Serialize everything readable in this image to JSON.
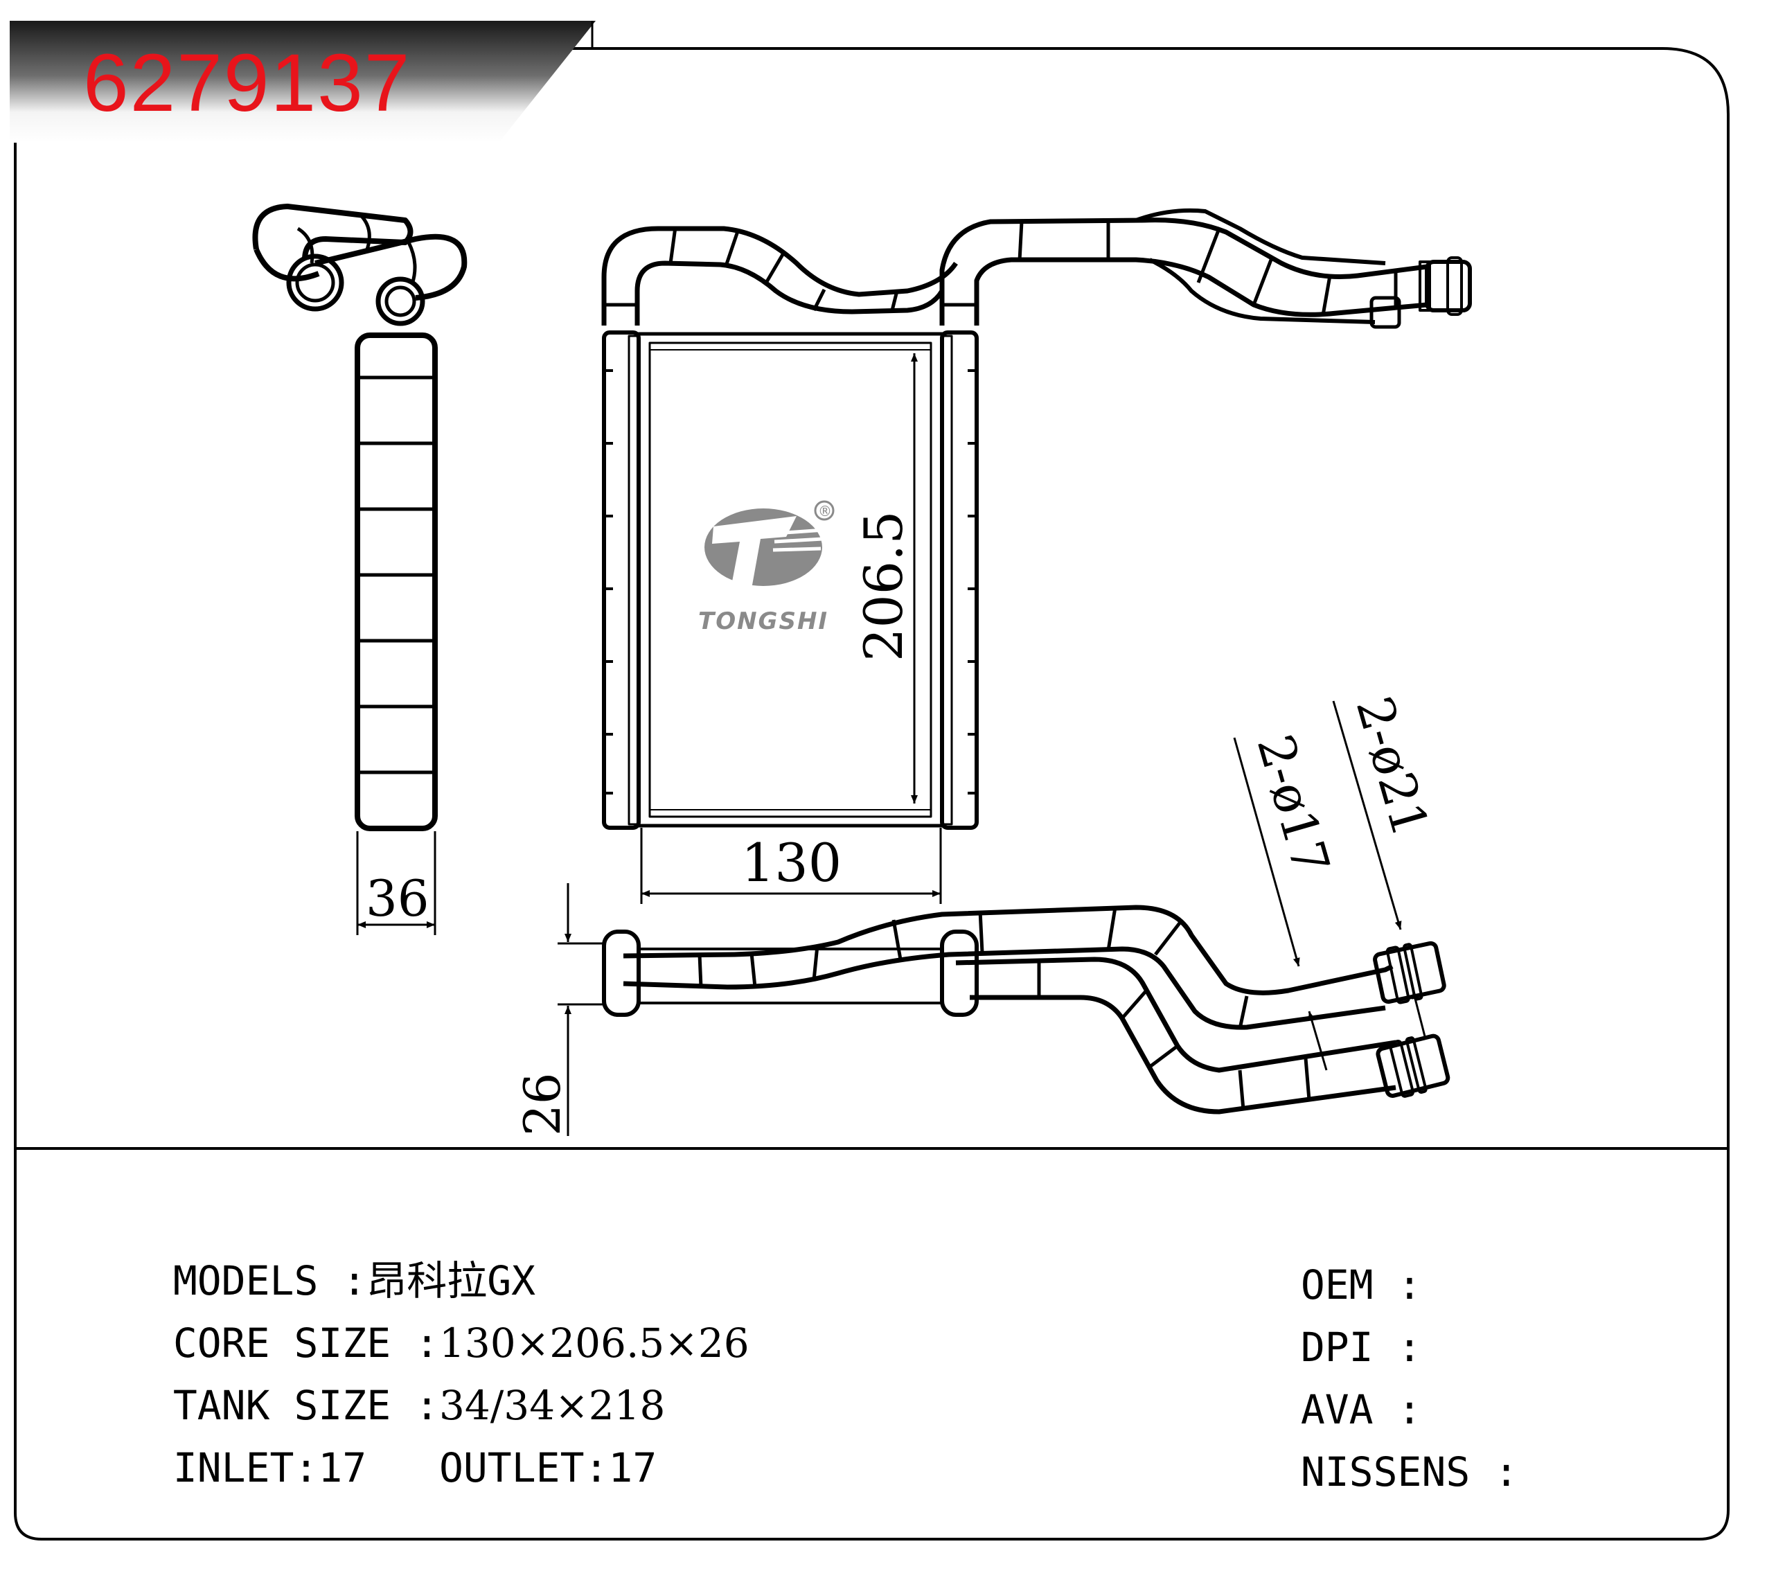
{
  "part_number": "6279137",
  "colors": {
    "part_number": "#e8141b",
    "banner_dark": "#1a1a1a",
    "banner_light": "#f2f2f2",
    "logo_gray": "#8a8a8a"
  },
  "logo": {
    "brand": "TONGSHI",
    "registered_mark": "®"
  },
  "dimensions": {
    "core_height": "206.5",
    "core_width": "130",
    "thickness_side": "36",
    "depth": "26",
    "inlet_pipe": "2-ø17",
    "outlet_pipe": "2-ø21"
  },
  "specs": {
    "models": {
      "label": "MODELS :",
      "value": "昂科拉GX"
    },
    "core_size": {
      "label": "CORE SIZE :",
      "value": "130×206.5×26"
    },
    "tank_size": {
      "label": "TANK SIZE :",
      "value": "34/34×218"
    },
    "inlet": {
      "label": "INLET:",
      "value": "17"
    },
    "outlet": {
      "label": "OUTLET:",
      "value": "17"
    }
  },
  "refs": {
    "oem": {
      "label": "OEM",
      "sep": ":"
    },
    "dpi": {
      "label": "DPI",
      "sep": ":"
    },
    "ava": {
      "label": "AVA",
      "sep": ":"
    },
    "nissens": {
      "label": "NISSENS",
      "sep": ":"
    }
  }
}
